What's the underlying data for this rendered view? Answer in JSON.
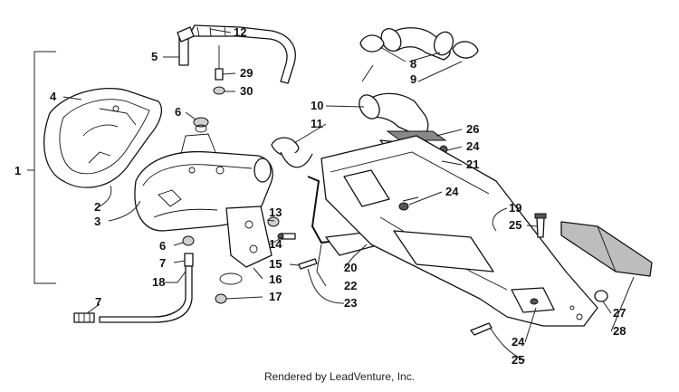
{
  "diagram": {
    "callouts": [
      "1",
      "2",
      "3",
      "4",
      "5",
      "6",
      "6",
      "7",
      "7",
      "8",
      "9",
      "10",
      "11",
      "12",
      "13",
      "14",
      "15",
      "16",
      "17",
      "18",
      "19",
      "20",
      "21",
      "22",
      "23",
      "24",
      "24",
      "24",
      "25",
      "25",
      "26",
      "27",
      "28",
      "29",
      "30"
    ]
  },
  "footer": {
    "credit": "Rendered by LeadVenture, Inc."
  }
}
